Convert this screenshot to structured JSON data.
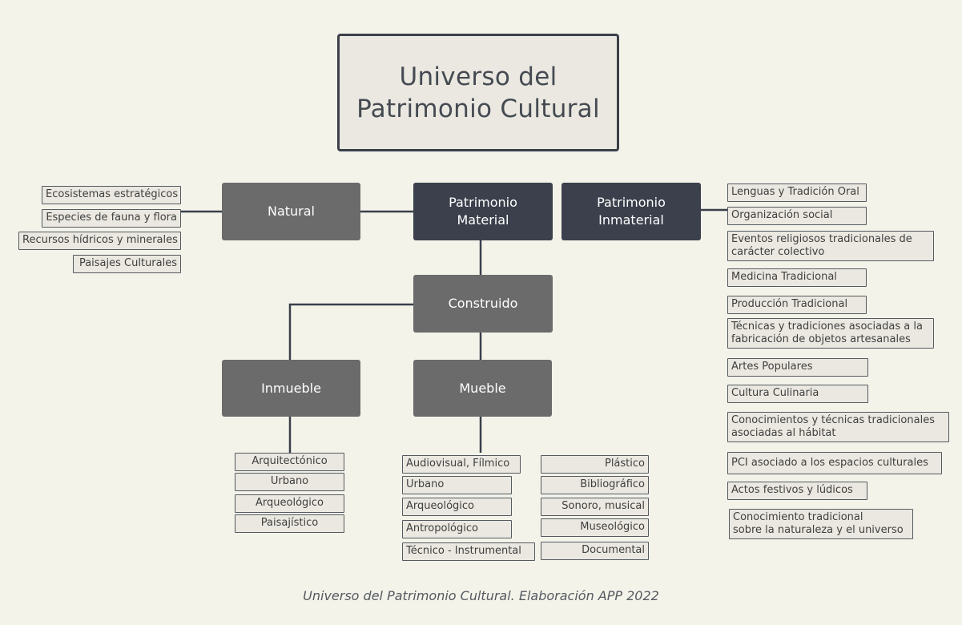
{
  "title": {
    "line1": "Universo del",
    "line2": "Patrimonio Cultural"
  },
  "nodes": {
    "natural": "Natural",
    "material": {
      "line1": "Patrimonio",
      "line2": "Material"
    },
    "inmaterial": {
      "line1": "Patrimonio",
      "line2": "Inmaterial"
    },
    "construido": "Construido",
    "inmueble": "Inmueble",
    "mueble": "Mueble"
  },
  "natural_items": [
    "Ecosistemas estratégicos",
    "Especies de fauna y flora",
    "Recursos hídricos y minerales",
    "Paisajes Culturales"
  ],
  "inmaterial_items": [
    {
      "line1": "Lenguas y Tradición Oral"
    },
    {
      "line1": "Organización social"
    },
    {
      "line1": "Eventos religiosos tradicionales de",
      "line2": "carácter colectivo"
    },
    {
      "line1": "Medicina Tradicional"
    },
    {
      "line1": "Producción Tradicional"
    },
    {
      "line1": "Técnicas y tradiciones asociadas a la",
      "line2": "fabricación de objetos artesanales"
    },
    {
      "line1": "Artes Populares"
    },
    {
      "line1": "Cultura Culinaria"
    },
    {
      "line1": "Conocimientos y técnicas tradicionales",
      "line2": "asociadas al hábitat"
    },
    {
      "line1": "PCI asociado a los espacios culturales"
    },
    {
      "line1": "Actos festivos y lúdicos"
    },
    {
      "line1": "Conocimiento tradicional",
      "line2": "sobre la naturaleza y el universo"
    }
  ],
  "inmueble_items": [
    "Arquitectónico",
    "Urbano",
    "Arqueológico",
    "Paisajístico"
  ],
  "mueble_items_left": [
    "Audiovisual, Fílmico",
    "Urbano",
    "Arqueológico",
    "Antropológico",
    "Técnico - Instrumental"
  ],
  "mueble_items_right": [
    "Plástico",
    "Bibliográfico",
    "Sonoro, musical",
    "Museológico",
    "Documental"
  ],
  "caption": "Universo del Patrimonio Cultural. Elaboración APP 2022",
  "colors": {
    "background": "#f3f3ea",
    "dark_node": "#3b404c",
    "gray_node": "#6b6b6b",
    "leaf_fill": "#eae8e0",
    "line": "#3a3f49"
  }
}
